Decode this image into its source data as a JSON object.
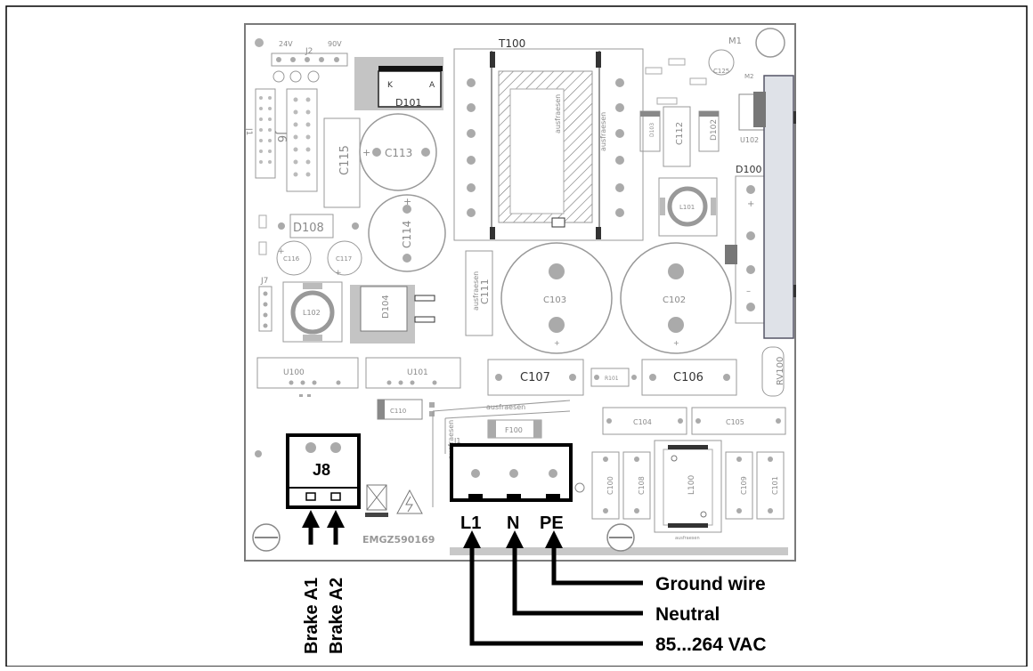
{
  "board": {
    "serial": "EMGZ590169",
    "voltage_labels": [
      "24V",
      "90V"
    ],
    "components": {
      "t100": "T100",
      "m1": "M1",
      "m2": "M2",
      "j2": "J2",
      "j6": "J6",
      "j7": "J7",
      "j1": "J1",
      "k": "K",
      "a": "A",
      "d101": "D101",
      "d102": "D102",
      "d103": "D103",
      "d104": "D104",
      "d100": "D100",
      "d108": "D108",
      "c112": "C112",
      "c113": "C113",
      "c114": "C114",
      "c115": "C115",
      "c116": "C116",
      "c117": "C117",
      "c111": "C111",
      "c103": "C103",
      "c102": "C102",
      "c107": "C107",
      "c106": "C106",
      "c104": "C104",
      "c105": "C105",
      "c100": "C100",
      "c108": "C108",
      "c109": "C109",
      "c101": "C101",
      "c110": "C110",
      "c125": "C125",
      "l101": "L101",
      "l102": "L102",
      "l100": "L100",
      "u100": "U100",
      "u101": "U101",
      "u102": "U102",
      "r101": "R101",
      "f100": "F100",
      "rv100": "RV100",
      "ausfraesen": "ausfraesen",
      "plus": "+",
      "minus": "–"
    }
  },
  "connectors": {
    "j8": "J8",
    "mains_pins": [
      "L1",
      "N",
      "PE"
    ]
  },
  "wires": {
    "brake_a1": "Brake A1",
    "brake_a2": "Brake A2",
    "ground": "Ground wire",
    "neutral": "Neutral",
    "supply": "85...264 VAC"
  }
}
